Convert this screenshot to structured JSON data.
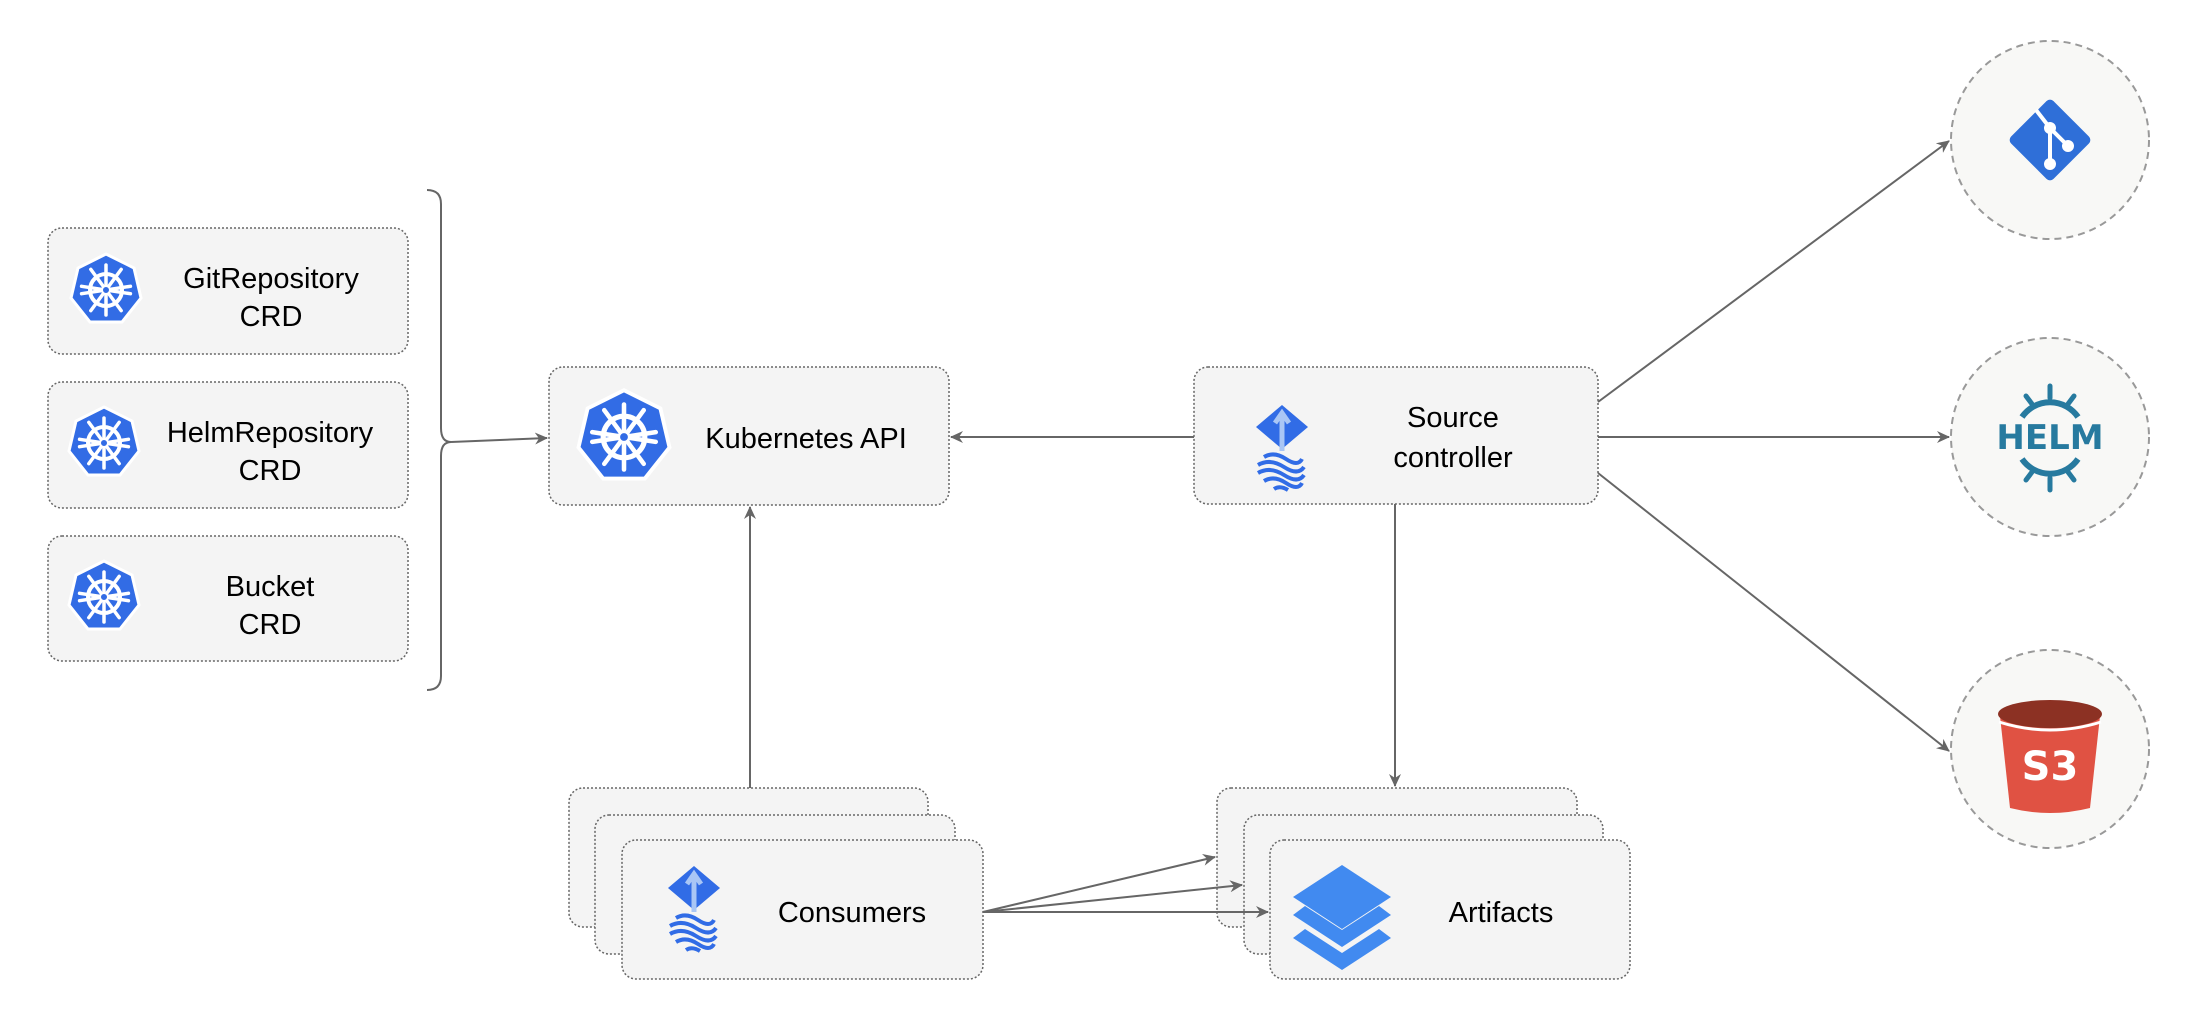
{
  "nodes": {
    "git_repository_crd": {
      "line1": "GitRepository",
      "line2": "CRD",
      "icon": "kubernetes-icon"
    },
    "helm_repository_crd": {
      "line1": "HelmRepository",
      "line2": "CRD",
      "icon": "kubernetes-icon"
    },
    "bucket_crd": {
      "line1": "Bucket",
      "line2": "CRD",
      "icon": "kubernetes-icon"
    },
    "kubernetes_api": {
      "label": "Kubernetes API",
      "icon": "kubernetes-icon"
    },
    "source_controller": {
      "line1": "Source",
      "line2": "controller",
      "icon": "flux-icon"
    },
    "consumers": {
      "label": "Consumers",
      "icon": "flux-icon"
    },
    "artifacts": {
      "label": "Artifacts",
      "icon": "layers-icon"
    },
    "git": {
      "icon": "git-icon"
    },
    "helm": {
      "label": "HELM",
      "icon": "helm-icon"
    },
    "s3": {
      "label": "S3",
      "icon": "s3-bucket-icon"
    }
  },
  "colors": {
    "kubernetes": "#326ce5",
    "flux": "#316ce6",
    "git": "#2f6fd8",
    "helm": "#277a9f",
    "s3_body": "#e05243",
    "s3_top": "#8c3123",
    "edge": "#666666"
  }
}
